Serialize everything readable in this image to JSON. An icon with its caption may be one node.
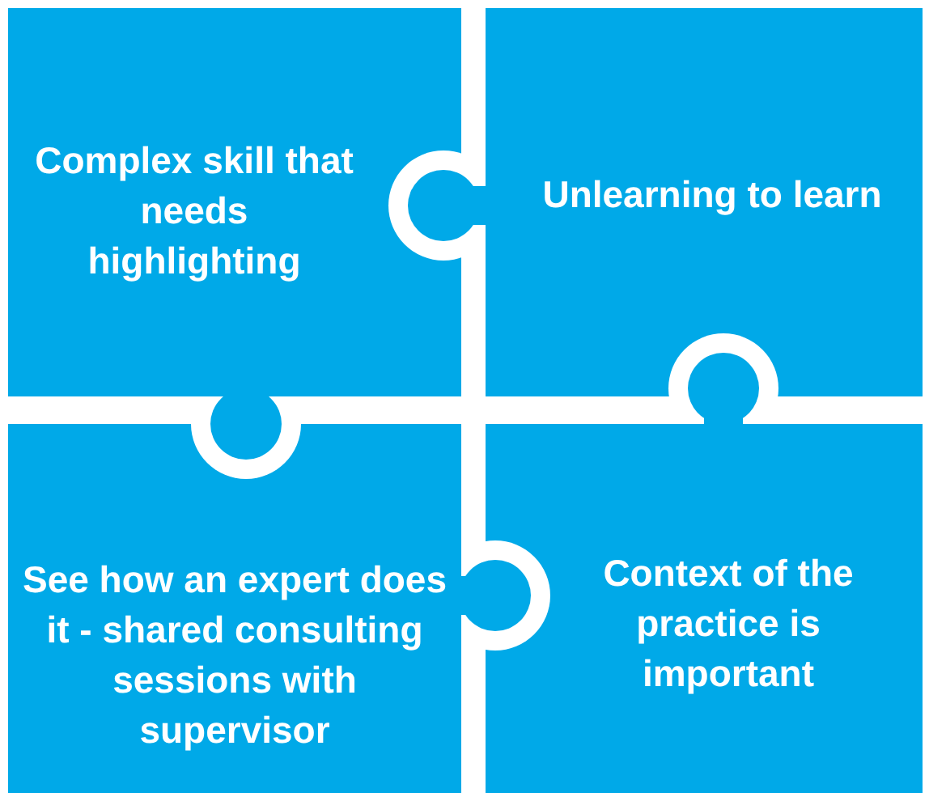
{
  "diagram": {
    "nodes": [
      {
        "text": [
          "Complex skill that needs highlighting"
        ]
      },
      {
        "text": [
          "Unlearning to learn"
        ]
      },
      {
        "text": [
          "See how an expert does it - shared consulting sessions with supervisor"
        ]
      },
      {
        "text": [
          "Context of the practice is important"
        ]
      }
    ]
  }
}
